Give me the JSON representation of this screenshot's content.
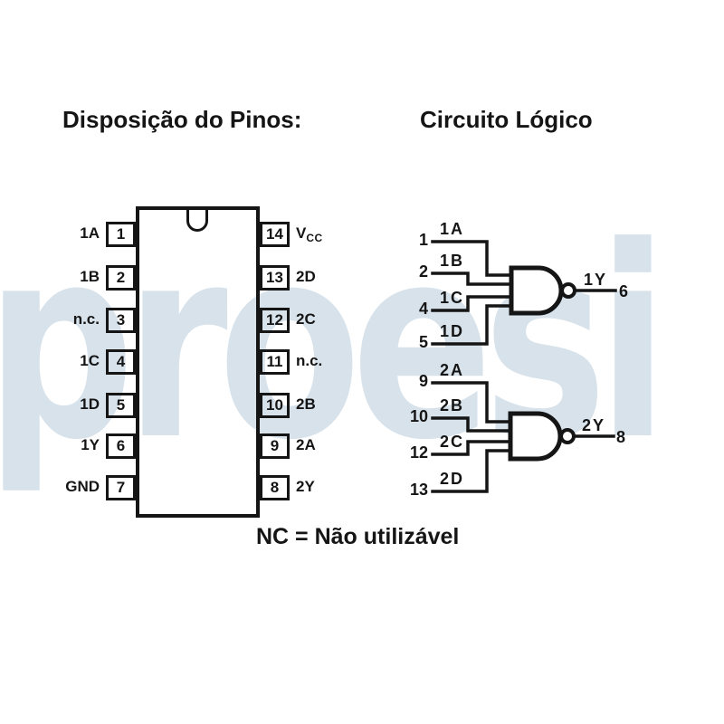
{
  "titles": {
    "pinout": "Disposição do Pinos:",
    "logic": "Circuito Lógico"
  },
  "note": "NC = Não utilizável",
  "watermark": {
    "text": "proesi",
    "color": "#d7e2eb"
  },
  "colors": {
    "ink": "#151515",
    "background": "#ffffff"
  },
  "chip": {
    "left_pins": [
      {
        "number": "1",
        "label": "1A"
      },
      {
        "number": "2",
        "label": "1B"
      },
      {
        "number": "3",
        "label": "n.c."
      },
      {
        "number": "4",
        "label": "1C"
      },
      {
        "number": "5",
        "label": "1D"
      },
      {
        "number": "6",
        "label": "1Y"
      },
      {
        "number": "7",
        "label": "GND"
      }
    ],
    "right_pins": [
      {
        "number": "14",
        "label_main": "V",
        "label_sub": "CC"
      },
      {
        "number": "13",
        "label": "2D"
      },
      {
        "number": "12",
        "label": "2C"
      },
      {
        "number": "11",
        "label": "n.c."
      },
      {
        "number": "10",
        "label": "2B"
      },
      {
        "number": "9",
        "label": "2A"
      },
      {
        "number": "8",
        "label": "2Y"
      }
    ]
  },
  "logic": {
    "gate1": {
      "inputs": [
        {
          "pin": "1",
          "signal": "1A"
        },
        {
          "pin": "2",
          "signal": "1B"
        },
        {
          "pin": "4",
          "signal": "1C"
        },
        {
          "pin": "5",
          "signal": "1D"
        }
      ],
      "output_signal": "1Y",
      "output_pin": "6"
    },
    "gate2": {
      "inputs": [
        {
          "pin": "9",
          "signal": "2A"
        },
        {
          "pin": "10",
          "signal": "2B"
        },
        {
          "pin": "12",
          "signal": "2C"
        },
        {
          "pin": "13",
          "signal": "2D"
        }
      ],
      "output_signal": "2Y",
      "output_pin": "8"
    }
  }
}
